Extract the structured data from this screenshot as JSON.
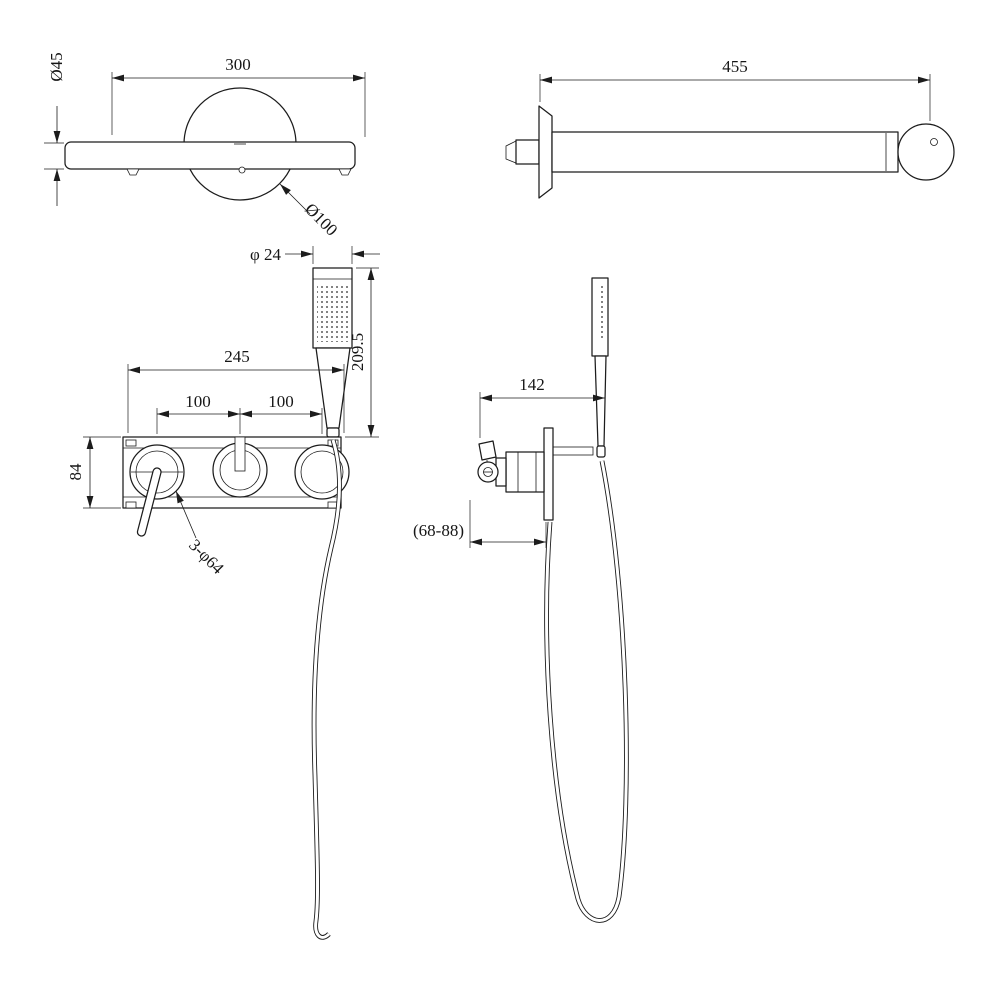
{
  "drawing": {
    "spout_front": {
      "dim_length": "300",
      "dim_spout_diameter": "Ø45",
      "dim_escutcheon_diameter": "Ø100"
    },
    "spout_side": {
      "dim_length": "455"
    },
    "handshower": {
      "dim_head_diameter": "φ 24",
      "dim_length": "209.5"
    },
    "valve_front": {
      "dim_plate_width": "245",
      "dim_spacing_left": "100",
      "dim_spacing_right": "100",
      "dim_plate_height": "84",
      "dim_handle_count_diameter": "3-φ64"
    },
    "valve_side": {
      "dim_overall_depth": "142",
      "dim_wall_depth_range": "(68-88)"
    }
  }
}
